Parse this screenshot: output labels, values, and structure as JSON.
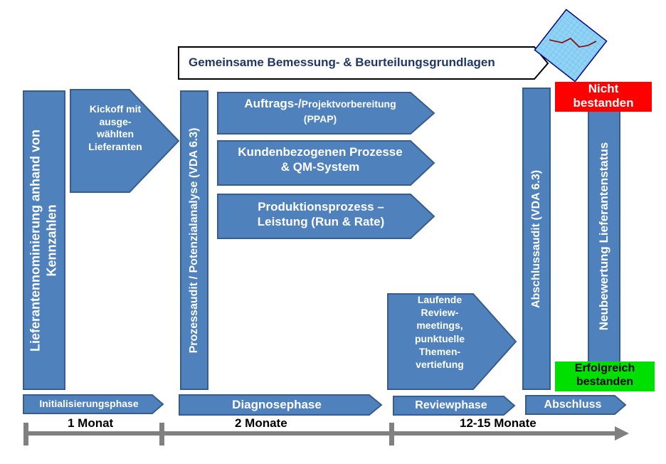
{
  "top_banner": "Gemeinsame Bemessung- & Beurteilungsgrundlagen",
  "vertical_bars": {
    "nomination": "Lieferantennominierung anhand von Kennzahlen",
    "process_audit": "Prozessaudit / Potenzialanalyse (VDA 6.3)",
    "final_audit": "Abschlussaudit (VDA 6.3)",
    "reassessment": "Neubewertung Lieferantenstatus"
  },
  "arrows": {
    "kickoff": [
      "Kickoff mit",
      "ausge-",
      "wählten",
      "Lieferanten"
    ],
    "order_prep_main": "Auftrags-/",
    "order_prep_small": "Projektvorbereitung",
    "order_prep_sub": "(PPAP)",
    "customer_processes": [
      "Kundenbezogenen Prozesse",
      "& QM-System"
    ],
    "production": [
      "Produktionsprozess –",
      "Leistung (Run & Rate)"
    ],
    "review_meetings": [
      "Laufende",
      "Review-",
      "meetings,",
      "punktuelle",
      "Themen-",
      "vertiefung"
    ]
  },
  "status": {
    "failed": [
      "Nicht",
      "bestanden"
    ],
    "passed": [
      "Erfolgreich",
      "bestanden"
    ]
  },
  "phases": [
    "Initialisierungsphase",
    "Diagnosephase",
    "Reviewphase",
    "Abschluss"
  ],
  "durations": [
    "1 Monat",
    "2 Monate",
    "12-15 Monate"
  ],
  "colors": {
    "box_fill": "#4f81bd",
    "box_border": "#385d8a",
    "banner_text": "#1f3864",
    "failed": "#ff0000",
    "passed": "#00e000",
    "timeline": "#808080"
  }
}
